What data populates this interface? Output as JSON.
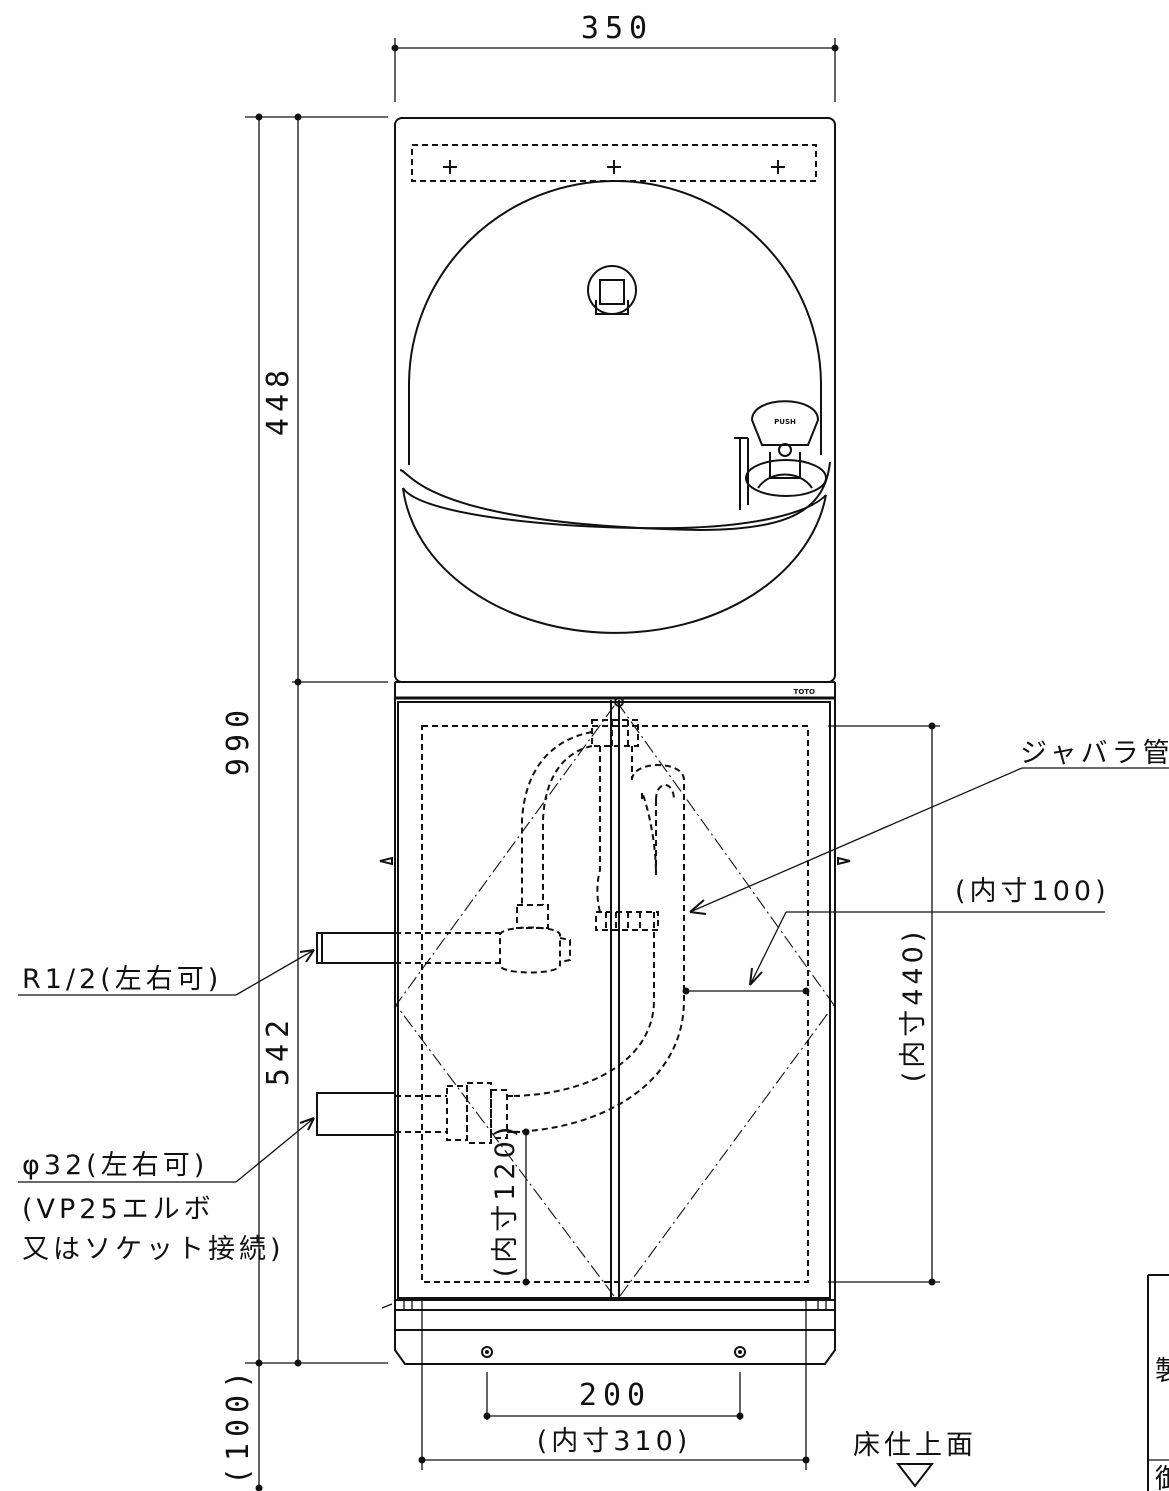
{
  "dimensions": {
    "top_width": "350",
    "upper_height": "448",
    "total_height": "990",
    "lower_height": "542",
    "base_height": "(100)",
    "inner_100": "(内寸100)",
    "inner_440": "(内寸440)",
    "inner_120": "(内寸120)",
    "bolt_pitch": "200",
    "inner_310": "(内寸310)"
  },
  "labels": {
    "jabara": "ジャバラ管",
    "supply": "R1/2(左右可)",
    "drain": "φ32(左右可)",
    "drain_note_1": "(VP25エルボ",
    "drain_note_2": "又はソケット接続)",
    "floor": "床仕上面",
    "push": "PUSH",
    "brand": "TOTO",
    "titleblock_char_1": "製",
    "titleblock_char_2": "御"
  }
}
